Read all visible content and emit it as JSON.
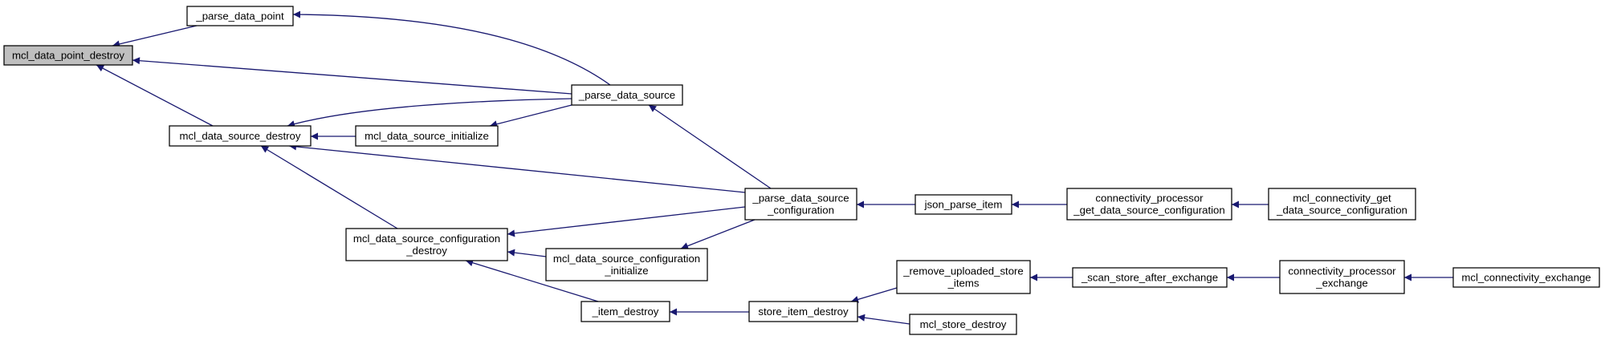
{
  "diagram": {
    "type": "call-graph",
    "colors": {
      "node_fill": "#ffffff",
      "focus_fill": "#bfbfbf",
      "node_border": "#000000",
      "edge": "#191970"
    },
    "nodes": [
      {
        "id": "mcl_data_point_destroy",
        "lines": [
          "mcl_data_point_destroy"
        ],
        "focus": true
      },
      {
        "id": "_parse_data_point",
        "lines": [
          "_parse_data_point"
        ]
      },
      {
        "id": "mcl_data_source_destroy",
        "lines": [
          "mcl_data_source_destroy"
        ]
      },
      {
        "id": "mcl_data_source_initialize",
        "lines": [
          "mcl_data_source_initialize"
        ]
      },
      {
        "id": "_parse_data_source",
        "lines": [
          "_parse_data_source"
        ]
      },
      {
        "id": "mcl_data_source_configuration_destroy",
        "lines": [
          "mcl_data_source_configuration",
          "_destroy"
        ]
      },
      {
        "id": "mcl_data_source_configuration_initialize",
        "lines": [
          "mcl_data_source_configuration",
          "_initialize"
        ]
      },
      {
        "id": "_parse_data_source_configuration",
        "lines": [
          "_parse_data_source",
          "_configuration"
        ]
      },
      {
        "id": "json_parse_item",
        "lines": [
          "json_parse_item"
        ]
      },
      {
        "id": "connectivity_processor_get_data_source_configuration",
        "lines": [
          "connectivity_processor",
          "_get_data_source_configuration"
        ]
      },
      {
        "id": "mcl_connectivity_get_data_source_configuration",
        "lines": [
          "mcl_connectivity_get",
          "_data_source_configuration"
        ]
      },
      {
        "id": "_item_destroy",
        "lines": [
          "_item_destroy"
        ]
      },
      {
        "id": "store_item_destroy",
        "lines": [
          "store_item_destroy"
        ]
      },
      {
        "id": "_remove_uploaded_store_items",
        "lines": [
          "_remove_uploaded_store",
          "_items"
        ]
      },
      {
        "id": "mcl_store_destroy",
        "lines": [
          "mcl_store_destroy"
        ]
      },
      {
        "id": "_scan_store_after_exchange",
        "lines": [
          "_scan_store_after_exchange"
        ]
      },
      {
        "id": "connectivity_processor_exchange",
        "lines": [
          "connectivity_processor",
          "_exchange"
        ]
      },
      {
        "id": "mcl_connectivity_exchange",
        "lines": [
          "mcl_connectivity_exchange"
        ]
      }
    ],
    "edges": [
      {
        "from": "_parse_data_point",
        "to": "mcl_data_point_destroy"
      },
      {
        "from": "_parse_data_source",
        "to": "mcl_data_point_destroy"
      },
      {
        "from": "mcl_data_source_destroy",
        "to": "mcl_data_point_destroy"
      },
      {
        "from": "_parse_data_source",
        "to": "_parse_data_point"
      },
      {
        "from": "_parse_data_source",
        "to": "mcl_data_source_destroy"
      },
      {
        "from": "mcl_data_source_initialize",
        "to": "mcl_data_source_destroy"
      },
      {
        "from": "_parse_data_source",
        "to": "mcl_data_source_initialize"
      },
      {
        "from": "_parse_data_source_configuration",
        "to": "_parse_data_source"
      },
      {
        "from": "_parse_data_source_configuration",
        "to": "mcl_data_source_destroy"
      },
      {
        "from": "mcl_data_source_configuration_destroy",
        "to": "mcl_data_source_destroy"
      },
      {
        "from": "_parse_data_source_configuration",
        "to": "mcl_data_source_configuration_destroy"
      },
      {
        "from": "mcl_data_source_configuration_initialize",
        "to": "mcl_data_source_configuration_destroy"
      },
      {
        "from": "_parse_data_source_configuration",
        "to": "mcl_data_source_configuration_initialize"
      },
      {
        "from": "_item_destroy",
        "to": "mcl_data_source_configuration_destroy"
      },
      {
        "from": "json_parse_item",
        "to": "_parse_data_source_configuration"
      },
      {
        "from": "connectivity_processor_get_data_source_configuration",
        "to": "json_parse_item"
      },
      {
        "from": "mcl_connectivity_get_data_source_configuration",
        "to": "connectivity_processor_get_data_source_configuration"
      },
      {
        "from": "store_item_destroy",
        "to": "_item_destroy"
      },
      {
        "from": "_remove_uploaded_store_items",
        "to": "store_item_destroy"
      },
      {
        "from": "mcl_store_destroy",
        "to": "store_item_destroy"
      },
      {
        "from": "_scan_store_after_exchange",
        "to": "_remove_uploaded_store_items"
      },
      {
        "from": "connectivity_processor_exchange",
        "to": "_scan_store_after_exchange"
      },
      {
        "from": "mcl_connectivity_exchange",
        "to": "connectivity_processor_exchange"
      }
    ]
  }
}
